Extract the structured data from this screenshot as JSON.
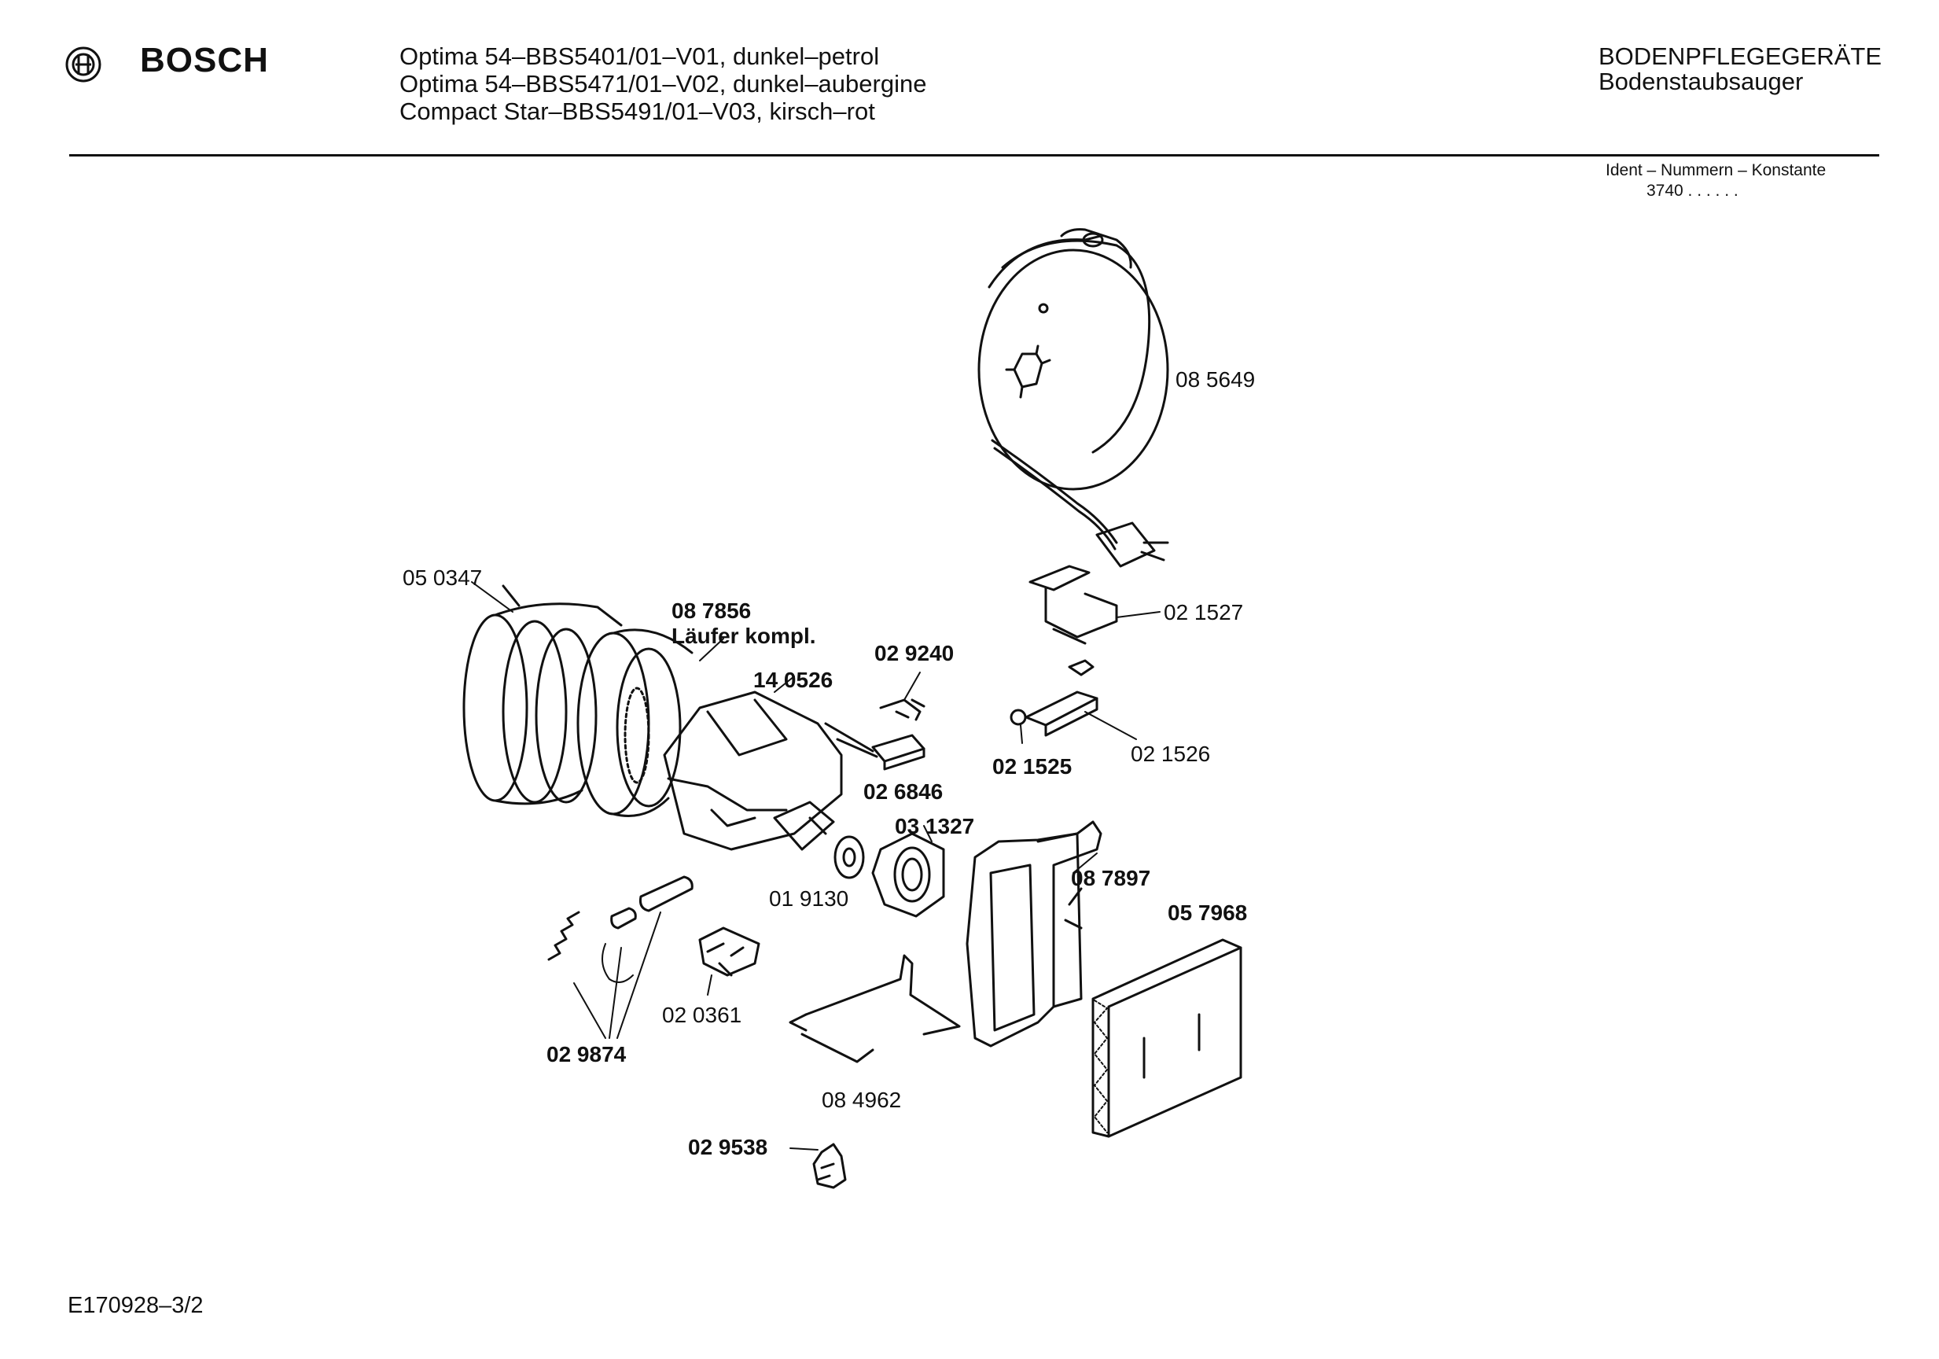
{
  "header": {
    "brand": "BOSCH",
    "models": [
      "Optima 54–BBS5401/01–V01, dunkel–petrol",
      "Optima 54–BBS5471/01–V02, dunkel–aubergine",
      "Compact Star–BBS5491/01–V03, kirsch–rot"
    ],
    "category": "BODENPFLEGEGERÄTE",
    "subcategory": "Bodenstaubsauger",
    "ident_label": "Ident – Nummern – Konstante",
    "ident_value": "3740  . .    . . . ."
  },
  "parts": [
    {
      "id": "cable-reel",
      "number": "08 5649",
      "bold": false
    },
    {
      "id": "motor-housing",
      "number": "05 0347",
      "bold": false
    },
    {
      "id": "rotor",
      "number": "08 7856",
      "bold": true
    },
    {
      "id": "rotor-desc",
      "number": "Läufer kompl.",
      "bold": true
    },
    {
      "id": "bracket-top",
      "number": "02 1527",
      "bold": false
    },
    {
      "id": "contact-spring",
      "number": "02 9240",
      "bold": true
    },
    {
      "id": "brush-holder",
      "number": "14 0526",
      "bold": true
    },
    {
      "id": "clip",
      "number": "02 1525",
      "bold": true
    },
    {
      "id": "bracket-bottom",
      "number": "02 1526",
      "bold": false
    },
    {
      "id": "capacitor",
      "number": "02 6846",
      "bold": true
    },
    {
      "id": "bearing-ring",
      "number": "03 1327",
      "bold": true
    },
    {
      "id": "frame",
      "number": "08 7897",
      "bold": true
    },
    {
      "id": "filter",
      "number": "05 7968",
      "bold": true
    },
    {
      "id": "bearing",
      "number": "01 9130",
      "bold": false
    },
    {
      "id": "suppressor",
      "number": "02 0361",
      "bold": false
    },
    {
      "id": "carbon-brushes",
      "number": "02 9874",
      "bold": true
    },
    {
      "id": "cover-plate",
      "number": "08 4962",
      "bold": false
    },
    {
      "id": "latch",
      "number": "02 9538",
      "bold": true
    }
  ],
  "footer": {
    "drawing_id": "E170928–3/2"
  }
}
